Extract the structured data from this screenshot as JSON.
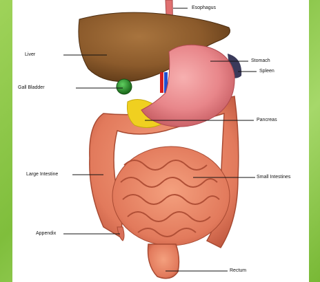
{
  "labels": {
    "esophagus": "Esophagus",
    "liver": "Liver",
    "stomach": "Stomach",
    "spleen": "Spleen",
    "gall_bladder": "Gall Bladder",
    "pancreas": "Pancreas",
    "large_intestine": "Large Intestine",
    "small_intestines": "Small Intestines",
    "appendix": "Appendix",
    "rectum": "Rectum"
  },
  "colors": {
    "liver": "#8b5a2b",
    "stomach": "#e8868a",
    "intestine": "#e9846a",
    "gall_bladder": "#2e8b2e",
    "pancreas": "#f0d020",
    "spleen": "#3a3a5a",
    "esophagus": "#e07070"
  }
}
